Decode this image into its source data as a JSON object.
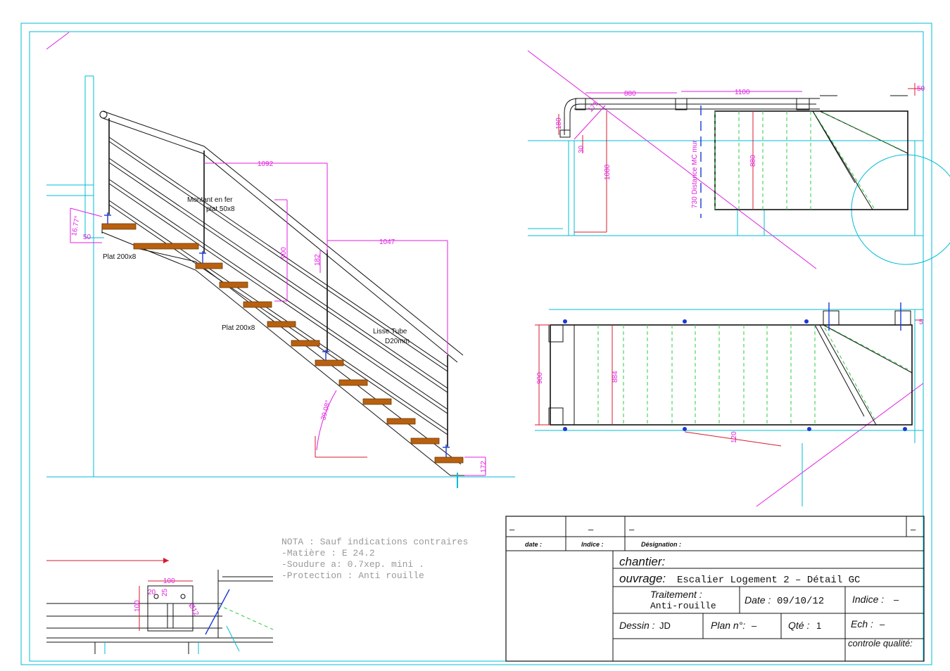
{
  "elevation": {
    "labels": {
      "montant": "Montant en fer",
      "montant2": "plat 50x8",
      "plat_left": "Plat 200x8",
      "plat_mid": "Plat 200x8",
      "lisse": "Lisse Tube",
      "lisse2": "D20mm"
    },
    "dims": {
      "d1092": "1092",
      "d1047": "1047",
      "d900": "900",
      "d182": "182",
      "d50": "50",
      "angle_left": "16.77°",
      "angle_stair": "39.08°",
      "d172": "172"
    }
  },
  "plan_top": {
    "dims": {
      "d880": "880",
      "d1100": "1100",
      "d50": "50",
      "d171": "171",
      "d180": "180",
      "d30": "30",
      "d1080": "1080",
      "d880v": "880",
      "distance": "730 Distance MC mur"
    }
  },
  "plan_bottom": {
    "dims": {
      "d900": "900",
      "d884": "884",
      "d120": "120",
      "d5": "5"
    }
  },
  "detail": {
    "dims": {
      "d100": "100",
      "d20": "20",
      "d25": "25",
      "d100v": "100",
      "d12": "Ø12"
    }
  },
  "nota": [
    "NOTA : Sauf indications contraires",
    "-Matière : E 24.2",
    "-Soudure a: 0.7xep. mini .",
    "-Protection : Anti rouille"
  ],
  "titleblock": {
    "dash": "–",
    "date_label": "date :",
    "indice_label": "Indice :",
    "designation_label": "Désignation :",
    "chantier_label": "chantier:",
    "ouvrage_label": "ouvrage:",
    "ouvrage_value": "Escalier Logement 2 – Détail GC",
    "traitement_label": "Traitement :",
    "traitement_value": "Anti-rouille",
    "date2_label": "Date :",
    "date2_value": "09/10/12",
    "indice2_label": "Indice :",
    "indice2_value": "–",
    "dessin_label": "Dessin :",
    "dessin_value": "JD",
    "plan_label": "Plan n°:",
    "plan_value": "–",
    "qte_label": "Qté :",
    "qte_value": "1",
    "ech_label": "Ech :",
    "ech_value": "–",
    "controle_label": "controle qualité:"
  }
}
